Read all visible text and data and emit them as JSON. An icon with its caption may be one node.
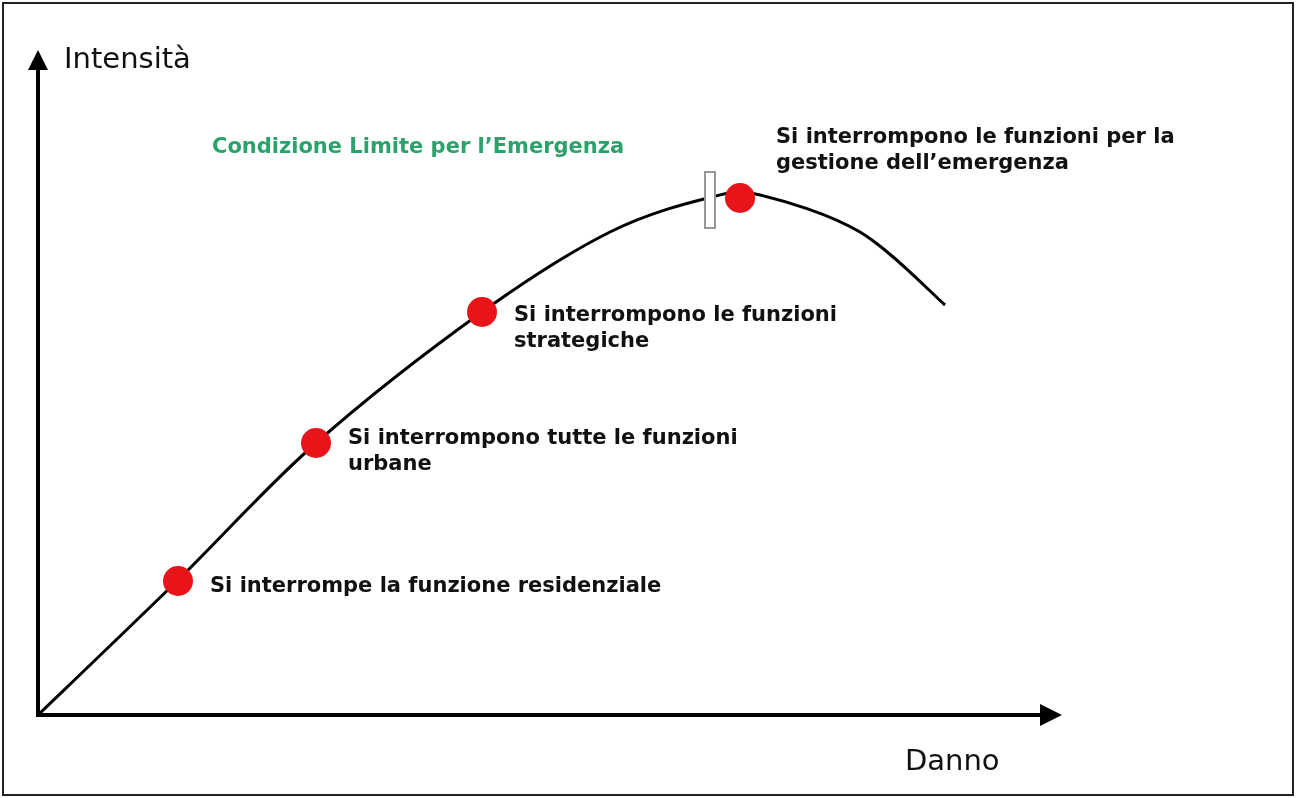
{
  "diagram": {
    "labels": [
      "Intensità",
      "Condizione Limite per l’Emergenza",
      "Si interrompono le funzioni per la gestione dell’emergenza",
      "Si interrompono le funzioni strategiche",
      "Si interrompono tutte le funzioni urbane",
      "Si interrompe la funzione residenziale",
      "Danno"
    ]
  }
}
